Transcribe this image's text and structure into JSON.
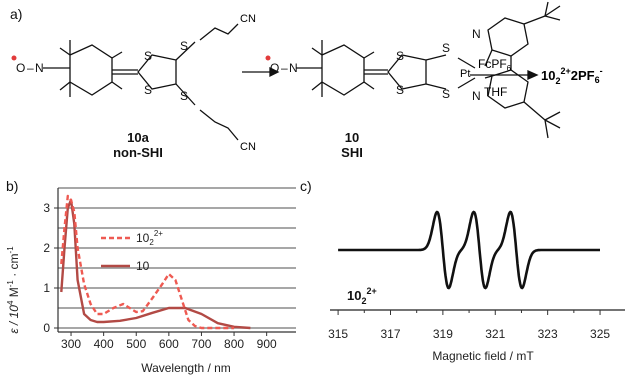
{
  "panels": {
    "a": "a)",
    "b": "b)",
    "c": "c)"
  },
  "scheme": {
    "cn_top": "CN",
    "cn_bottom": "CN",
    "compound_a_id": "10a",
    "compound_a_label": "non-SHI",
    "compound_b_id": "10",
    "compound_b_label": "SHI",
    "pt_label": "Pt",
    "oxidant": "FcPF",
    "oxidant_sub": "6",
    "solvent": "THF",
    "product_base": "10",
    "product_sub": "2",
    "product_sup": "2+",
    "product_tail": "2PF",
    "product_tail_sub": "6",
    "product_tail_sup": "-"
  },
  "chart_data": [
    {
      "type": "line",
      "panel": "b",
      "xlabel": "Wavelength / nm",
      "ylabel_prefix": "ε / 10",
      "ylabel_sup": "4",
      "ylabel_mid": " M",
      "ylabel_sup2": "-1",
      "ylabel_mid2": " · cm",
      "ylabel_sup3": "-1",
      "xlim": [
        260,
        990
      ],
      "ylim": [
        -0.1,
        3.5
      ],
      "xticks": [
        300,
        400,
        500,
        600,
        700,
        800,
        900
      ],
      "yticks": [
        0,
        1,
        2,
        3
      ],
      "grid": true,
      "legend": "top-center",
      "series": [
        {
          "name": "10",
          "legend_base": "10",
          "style": "solid",
          "color": "#b24a45",
          "x": [
            270,
            280,
            290,
            300,
            310,
            320,
            340,
            360,
            380,
            400,
            450,
            500,
            550,
            600,
            650,
            700,
            750,
            800,
            850
          ],
          "y": [
            0.9,
            2.0,
            3.0,
            3.2,
            2.6,
            1.2,
            0.35,
            0.2,
            0.15,
            0.15,
            0.18,
            0.25,
            0.38,
            0.5,
            0.5,
            0.35,
            0.12,
            0.03,
            0.0
          ]
        },
        {
          "name": "10₂²⁺",
          "legend_base": "10",
          "legend_sub": "2",
          "legend_sup": "2+",
          "style": "dashed",
          "color": "#ee5a52",
          "x": [
            270,
            280,
            290,
            300,
            310,
            320,
            340,
            360,
            380,
            400,
            430,
            460,
            480,
            500,
            520,
            550,
            580,
            600,
            620,
            640,
            660,
            680,
            700,
            720,
            750,
            800
          ],
          "y": [
            1.6,
            2.5,
            3.3,
            3.2,
            2.9,
            2.0,
            1.1,
            0.6,
            0.35,
            0.35,
            0.5,
            0.6,
            0.5,
            0.4,
            0.42,
            0.75,
            1.1,
            1.35,
            1.2,
            0.7,
            0.2,
            0.05,
            0.0,
            0.0,
            0.0,
            0.0
          ]
        }
      ]
    },
    {
      "type": "line",
      "panel": "c",
      "xlabel": "Magnetic field / mT",
      "xlim": [
        314.5,
        325.8
      ],
      "xticks": [
        315,
        317,
        319,
        321,
        323,
        325
      ],
      "annotation_base": "10",
      "annotation_sub": "2",
      "annotation_sup": "2+",
      "series": [
        {
          "name": "10₂²⁺",
          "color": "#111111",
          "center_mT": [
            319.0,
            320.4,
            321.8
          ],
          "amplitude": 1.0
        }
      ]
    }
  ]
}
